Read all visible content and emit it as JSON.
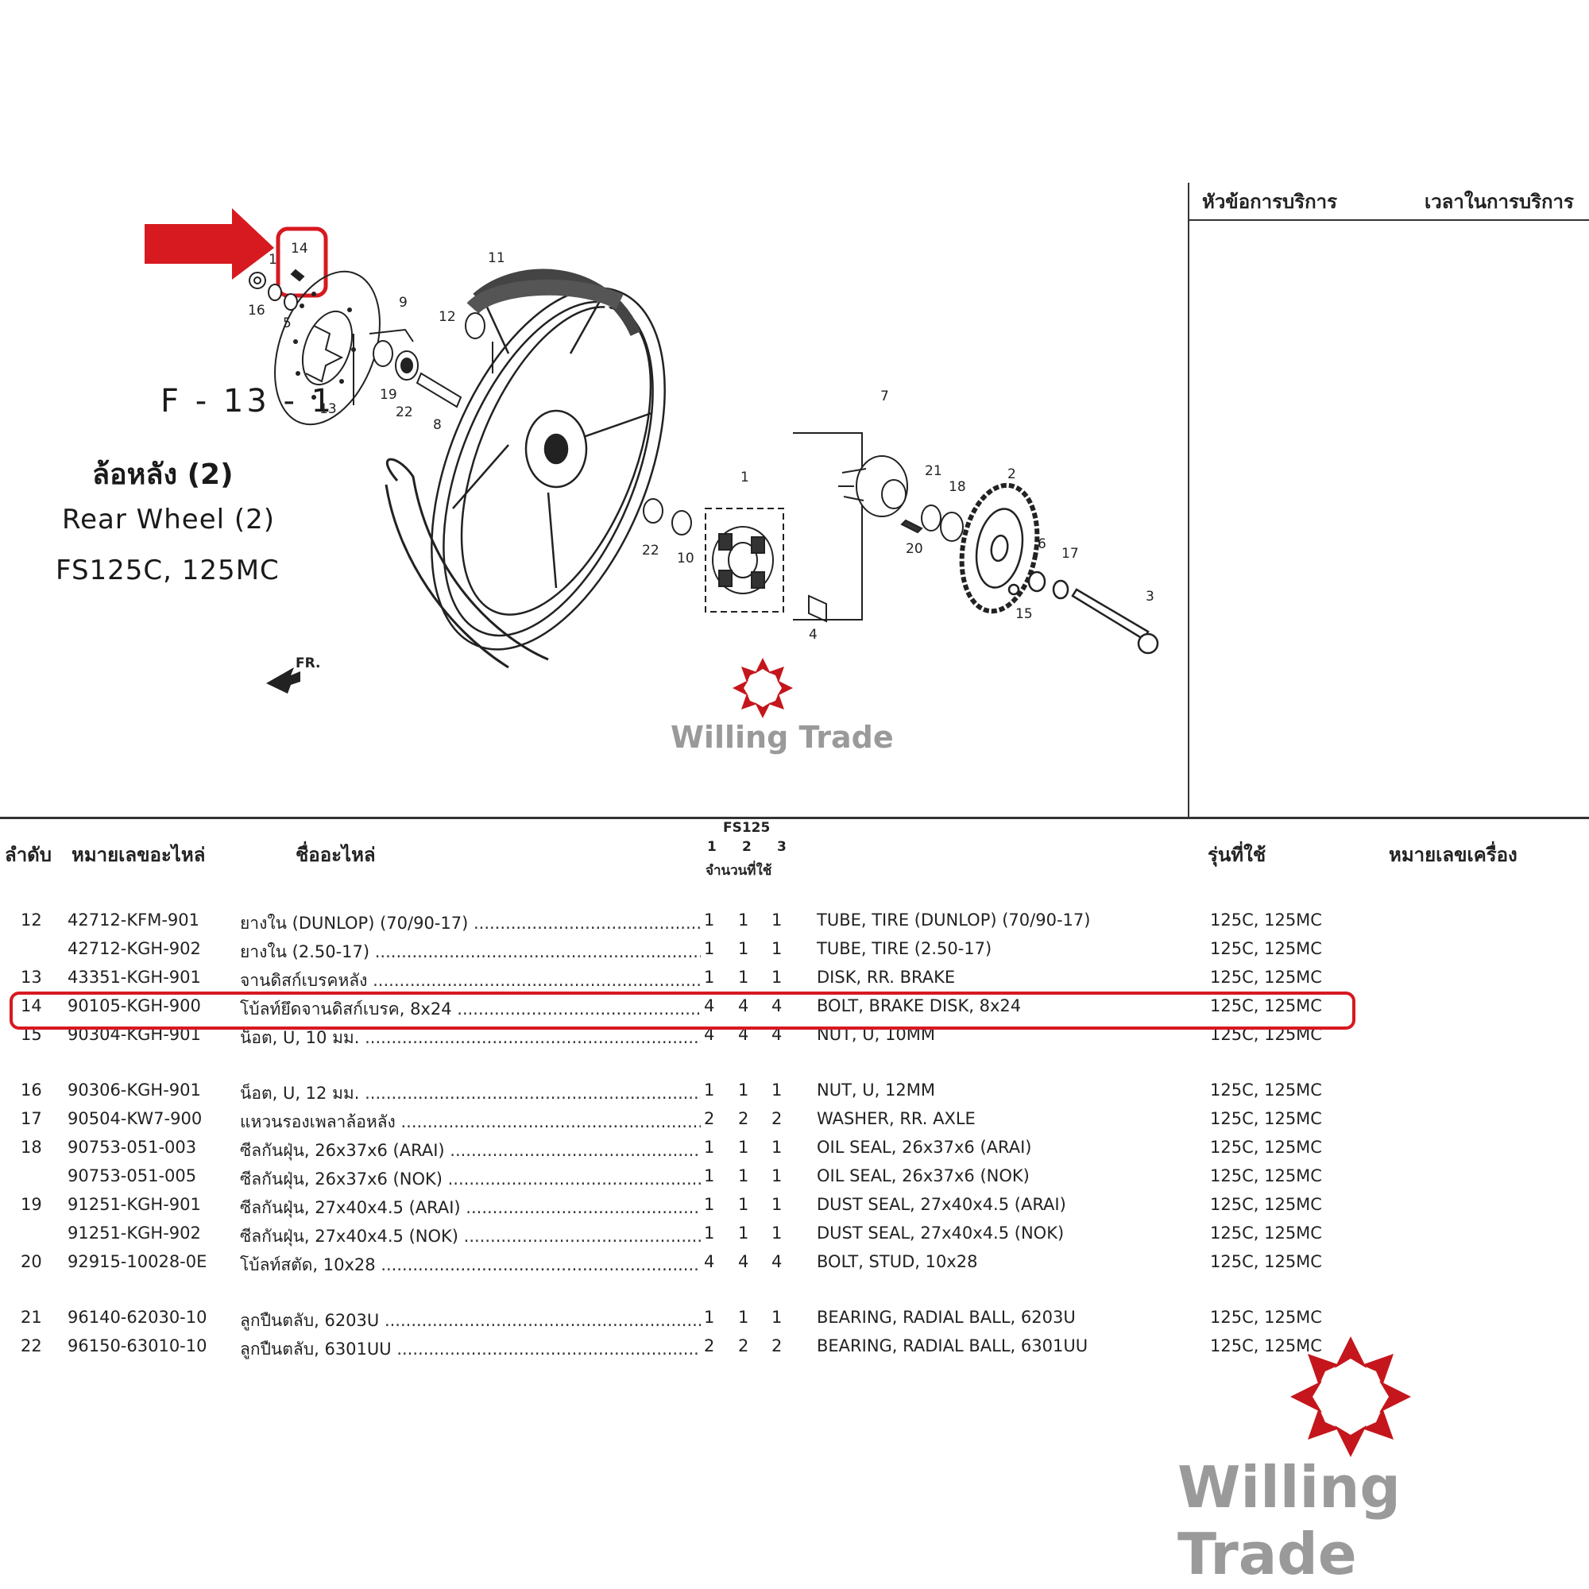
{
  "diagram": {
    "figure_code": "F - 13 - 1",
    "title_thai": "ล้อหลัง (2)",
    "title_en": "Rear Wheel (2)",
    "models": "FS125C, 125MC",
    "front_label": "FR.",
    "callouts": [
      "1",
      "2",
      "3",
      "4",
      "5",
      "6",
      "7",
      "8",
      "9",
      "10",
      "11",
      "12",
      "13",
      "14",
      "15",
      "16",
      "17",
      "18",
      "19",
      "20",
      "21",
      "22"
    ]
  },
  "service_panel": {
    "topic_header": "หัวข้อการบริการ",
    "time_header": "เวลาในการบริการ"
  },
  "table": {
    "headers": {
      "no": "ลำดับ",
      "part_no": "หมายเลขอะไหล่",
      "part_name": "ชื่ออะไหล่",
      "model_group": "FS125",
      "qty_cols": [
        "1",
        "2",
        "3"
      ],
      "qty_label": "จำนวนที่ใช้",
      "applicable": "รุ่นที่ใช้",
      "engine_no": "หมายเลขเครื่อง"
    },
    "rows": [
      {
        "no": "12",
        "part_no": "42712-KFM-901",
        "name_th": "ยางใน (DUNLOP) (70/90-17)",
        "q1": "1",
        "q2": "1",
        "q3": "1",
        "name_en": "TUBE, TIRE (DUNLOP) (70/90-17)",
        "models": "125C, 125MC"
      },
      {
        "no": "",
        "part_no": "42712-KGH-902",
        "name_th": "ยางใน (2.50-17)",
        "q1": "1",
        "q2": "1",
        "q3": "1",
        "name_en": "TUBE, TIRE (2.50-17)",
        "models": "125C, 125MC"
      },
      {
        "no": "13",
        "part_no": "43351-KGH-901",
        "name_th": "จานดิสก์เบรคหลัง",
        "q1": "1",
        "q2": "1",
        "q3": "1",
        "name_en": "DISK, RR. BRAKE",
        "models": "125C, 125MC"
      },
      {
        "no": "14",
        "part_no": "90105-KGH-900",
        "name_th": "โบ้ลท์ยึดจานดิสก์เบรค, 8x24",
        "q1": "4",
        "q2": "4",
        "q3": "4",
        "name_en": "BOLT, BRAKE DISK, 8x24",
        "models": "125C, 125MC"
      },
      {
        "no": "15",
        "part_no": "90304-KGH-901",
        "name_th": "น็อต, U, 10 มม.",
        "q1": "4",
        "q2": "4",
        "q3": "4",
        "name_en": "NUT, U, 10MM",
        "models": "125C, 125MC"
      },
      {
        "no": "16",
        "part_no": "90306-KGH-901",
        "name_th": "น็อต, U, 12 มม.",
        "q1": "1",
        "q2": "1",
        "q3": "1",
        "name_en": "NUT, U, 12MM",
        "models": "125C, 125MC"
      },
      {
        "no": "17",
        "part_no": "90504-KW7-900",
        "name_th": "แหวนรองเพลาล้อหลัง",
        "q1": "2",
        "q2": "2",
        "q3": "2",
        "name_en": "WASHER, RR. AXLE",
        "models": "125C, 125MC"
      },
      {
        "no": "18",
        "part_no": "90753-051-003",
        "name_th": "ซีลกันฝุ่น, 26x37x6 (ARAI)",
        "q1": "1",
        "q2": "1",
        "q3": "1",
        "name_en": "OIL SEAL, 26x37x6 (ARAI)",
        "models": "125C, 125MC"
      },
      {
        "no": "",
        "part_no": "90753-051-005",
        "name_th": "ซีลกันฝุ่น, 26x37x6 (NOK)",
        "q1": "1",
        "q2": "1",
        "q3": "1",
        "name_en": "OIL SEAL, 26x37x6 (NOK)",
        "models": "125C, 125MC"
      },
      {
        "no": "19",
        "part_no": "91251-KGH-901",
        "name_th": "ซีลกันฝุ่น, 27x40x4.5 (ARAI)",
        "q1": "1",
        "q2": "1",
        "q3": "1",
        "name_en": "DUST SEAL, 27x40x4.5 (ARAI)",
        "models": "125C, 125MC"
      },
      {
        "no": "",
        "part_no": "91251-KGH-902",
        "name_th": "ซีลกันฝุ่น, 27x40x4.5 (NOK)",
        "q1": "1",
        "q2": "1",
        "q3": "1",
        "name_en": "DUST SEAL, 27x40x4.5 (NOK)",
        "models": "125C, 125MC"
      },
      {
        "no": "20",
        "part_no": "92915-10028-0E",
        "name_th": "โบ้ลท์สตัด, 10x28",
        "q1": "4",
        "q2": "4",
        "q3": "4",
        "name_en": "BOLT, STUD, 10x28",
        "models": "125C, 125MC"
      },
      {
        "no": "21",
        "part_no": "96140-62030-10",
        "name_th": "ลูกปืนตลับ, 6203U",
        "q1": "1",
        "q2": "1",
        "q3": "1",
        "name_en": "BEARING, RADIAL BALL, 6203U",
        "models": "125C, 125MC"
      },
      {
        "no": "22",
        "part_no": "96150-63010-10",
        "name_th": "ลูกปืนตลับ, 6301UU",
        "q1": "2",
        "q2": "2",
        "q3": "2",
        "name_en": "BEARING, RADIAL BALL, 6301UU",
        "models": "125C, 125MC"
      }
    ]
  },
  "watermark": {
    "brand": "Willing Trade",
    "logo_color": "#c4161c"
  },
  "colors": {
    "highlight": "#d71920",
    "text": "#1a1a1a",
    "watermark_gray": "#9a9a9a"
  }
}
